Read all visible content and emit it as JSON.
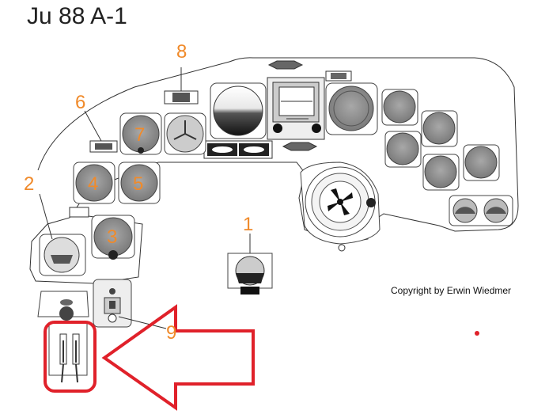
{
  "title": "Ju 88 A-1",
  "copyright": "Copyright by Erwin Wiedmer",
  "callouts": [
    {
      "id": "1",
      "label": "1"
    },
    {
      "id": "2",
      "label": "2"
    },
    {
      "id": "3",
      "label": "3"
    },
    {
      "id": "4",
      "label": "4"
    },
    {
      "id": "5",
      "label": "5"
    },
    {
      "id": "6",
      "label": "6"
    },
    {
      "id": "7",
      "label": "7"
    },
    {
      "id": "8",
      "label": "8"
    },
    {
      "id": "9",
      "label": "9"
    }
  ],
  "colors": {
    "callout": "#f08a2a",
    "highlight": "#e0212a",
    "gauge_fill": "#8c8c8c",
    "outline": "#333333"
  }
}
